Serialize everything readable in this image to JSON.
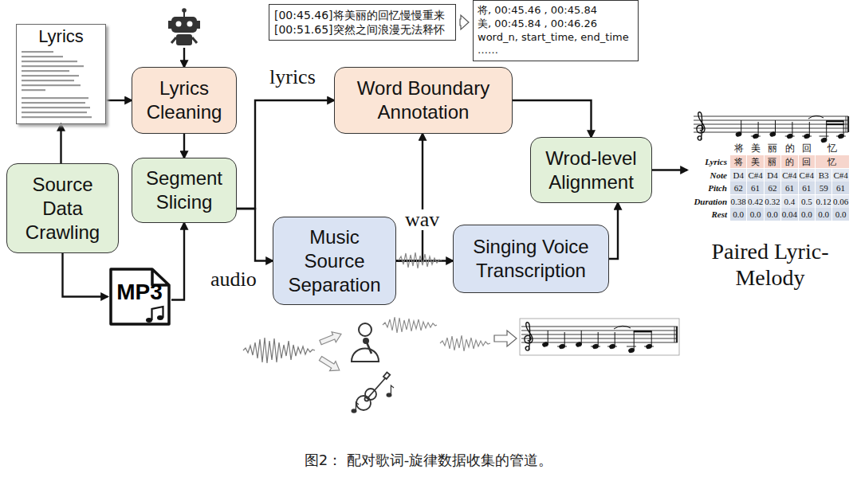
{
  "diagram": {
    "caption": "图2： 配对歌词-旋律数据收集的管道。",
    "nodes": [
      {
        "text": [
          "Lyrics"
        ]
      },
      {
        "text": [
          "[00:45.46]将美丽的回忆慢慢重来",
          "[00:51.65]突然之间浪漫无法释怀"
        ]
      },
      {
        "text": [
          "将, 00:45.46 , 00:45.84",
          "美, 00:45.84 , 00:46.26",
          "word_n, start_time, end_time",
          "……"
        ]
      },
      {
        "text": [
          "Lyrics Cleaning"
        ]
      },
      {
        "text": [
          "Word Boundary Annotation"
        ]
      },
      {
        "text": [
          "Source Data Crawling"
        ]
      },
      {
        "text": [
          "Segment Slicing"
        ]
      },
      {
        "text": [
          "Wrod-level Alignment"
        ]
      },
      {
        "text": [
          "Paired Lyric-Melody"
        ]
      },
      {
        "text": [
          "Music Source Separation"
        ]
      },
      {
        "text": [
          "Singing Voice Transcription"
        ]
      },
      {
        "text": [
          "MP3"
        ]
      }
    ],
    "edges": [
      {
        "from": 5,
        "to": 0,
        "arrow": "to"
      },
      {
        "from": 0,
        "to": 3,
        "arrow": "to"
      },
      {
        "from": 5,
        "to": 11,
        "arrow": "to"
      },
      {
        "from": 11,
        "to": 6,
        "arrow": "to"
      },
      {
        "from": 3,
        "to": 6,
        "arrow": "to"
      },
      {
        "from": 6,
        "to": 4,
        "label": "lyrics",
        "arrow": "to"
      },
      {
        "from": 6,
        "to": 9,
        "label": "audio",
        "arrow": "to"
      },
      {
        "from": 9,
        "to": 10,
        "label": "wav",
        "arrow": "to"
      },
      {
        "from": 9,
        "to": 4,
        "arrow": "to"
      },
      {
        "from": 4,
        "to": 7,
        "arrow": "to"
      },
      {
        "from": 10,
        "to": 7,
        "arrow": "to"
      },
      {
        "from": 7,
        "to": 8,
        "arrow": "to"
      },
      {
        "from": 1,
        "to": 2,
        "arrow": "to"
      }
    ],
    "labels": [
      "将",
      "美",
      "丽",
      "的",
      "回",
      "忆",
      "Lyrics",
      "将",
      "美",
      "丽",
      "的",
      "回",
      "忆",
      "Note",
      "D4",
      "C#4",
      "D4",
      "C#4",
      "C#4",
      "B3",
      "C#4",
      "Pitch",
      "62",
      "61",
      "62",
      "61",
      "61",
      "59",
      "61",
      "Duration",
      "0.38",
      "0.42",
      "0.32",
      "0.4",
      "0.5",
      "0.12",
      "0.06",
      "Rest",
      "0.0",
      "0.0",
      "0.0",
      "0.04",
      "0.0",
      "0.0",
      "0.0"
    ]
  }
}
